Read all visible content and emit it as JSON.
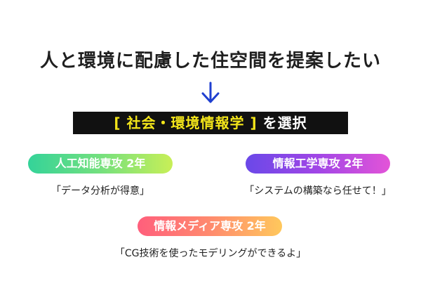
{
  "headline": "人と環境に配慮した住空間を提案したい",
  "banner": {
    "highlight": "[ 社会・環境情報学 ]",
    "suffix": "を選択"
  },
  "majors": [
    {
      "label": "人工知能専攻 2年",
      "quote": "「データ分析が得意」"
    },
    {
      "label": "情報工学専攻 2年",
      "quote": "「システムの構築なら任せて！」"
    },
    {
      "label": "情報メディア専攻 2年",
      "quote": "「CG技術を使ったモデリングができるよ」"
    }
  ],
  "colors": {
    "arrow": "#1f3fd0",
    "banner_bg": "#111111",
    "banner_highlight": "#f3e51a"
  }
}
